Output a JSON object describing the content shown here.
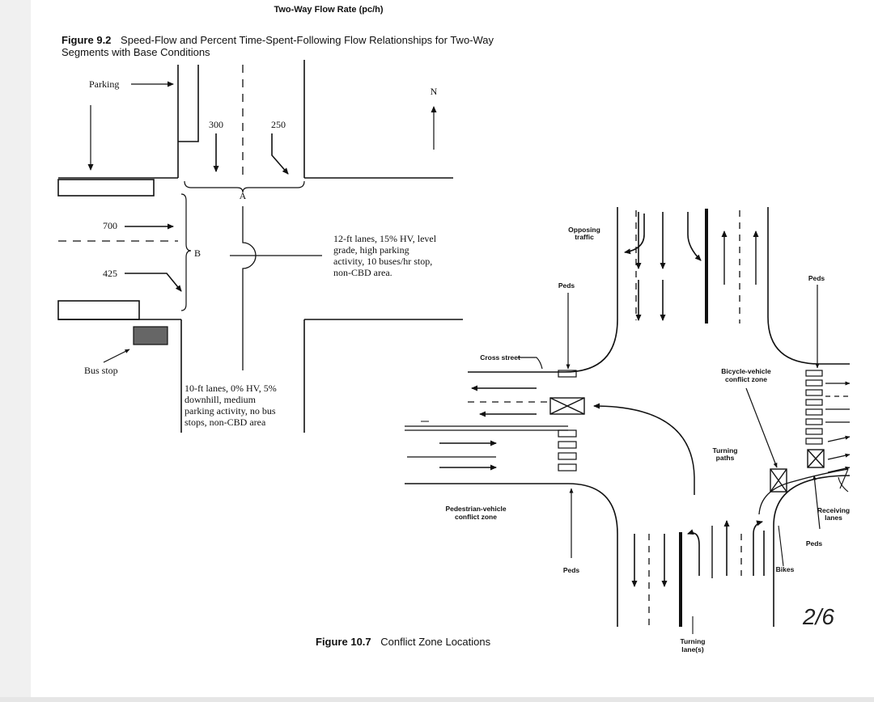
{
  "header": {
    "axis_caption": "Two-Way Flow Rate (pc/h)"
  },
  "figure_9_2": {
    "number": "Figure 9.2",
    "caption_line1": "Speed-Flow and Percent Time-Spent-Following Flow Relationships for Two-Way",
    "caption_line2": "Segments with Base Conditions"
  },
  "intersection": {
    "north_arrow": "N",
    "parking_label": "Parking",
    "volumes": {
      "south_through": "300",
      "south_right": "250",
      "east_through": "700",
      "east_right": "425"
    },
    "approach_a": "A",
    "approach_b": "B",
    "bus_stop_label": "Bus stop",
    "note_a": [
      "12-ft lanes, 15% HV, level",
      "grade, high parking",
      "activity, 10 buses/hr stop,",
      "non-CBD area."
    ],
    "note_b": [
      "10-ft lanes, 0% HV, 5%",
      "downhill, medium",
      "parking activity, no bus",
      "stops, non-CBD area"
    ]
  },
  "conflict_diagram": {
    "opposing_traffic": [
      "Opposing",
      "traffic"
    ],
    "peds": "Peds",
    "cross_street": "Cross street",
    "bicycle_vehicle": [
      "Bicycle-vehicle",
      "conflict zone"
    ],
    "turning_paths": [
      "Turning",
      "paths"
    ],
    "pedestrian_vehicle": [
      "Pedestrian-vehicle",
      "conflict zone"
    ],
    "receiving_lanes": [
      "Receiving",
      "lanes"
    ],
    "bikes": "Bikes",
    "turning_lanes": [
      "Turning",
      "lane(s)"
    ]
  },
  "figure_10_7": {
    "number": "Figure 10.7",
    "caption": "Conflict Zone Locations"
  },
  "handwriting": "2/6"
}
